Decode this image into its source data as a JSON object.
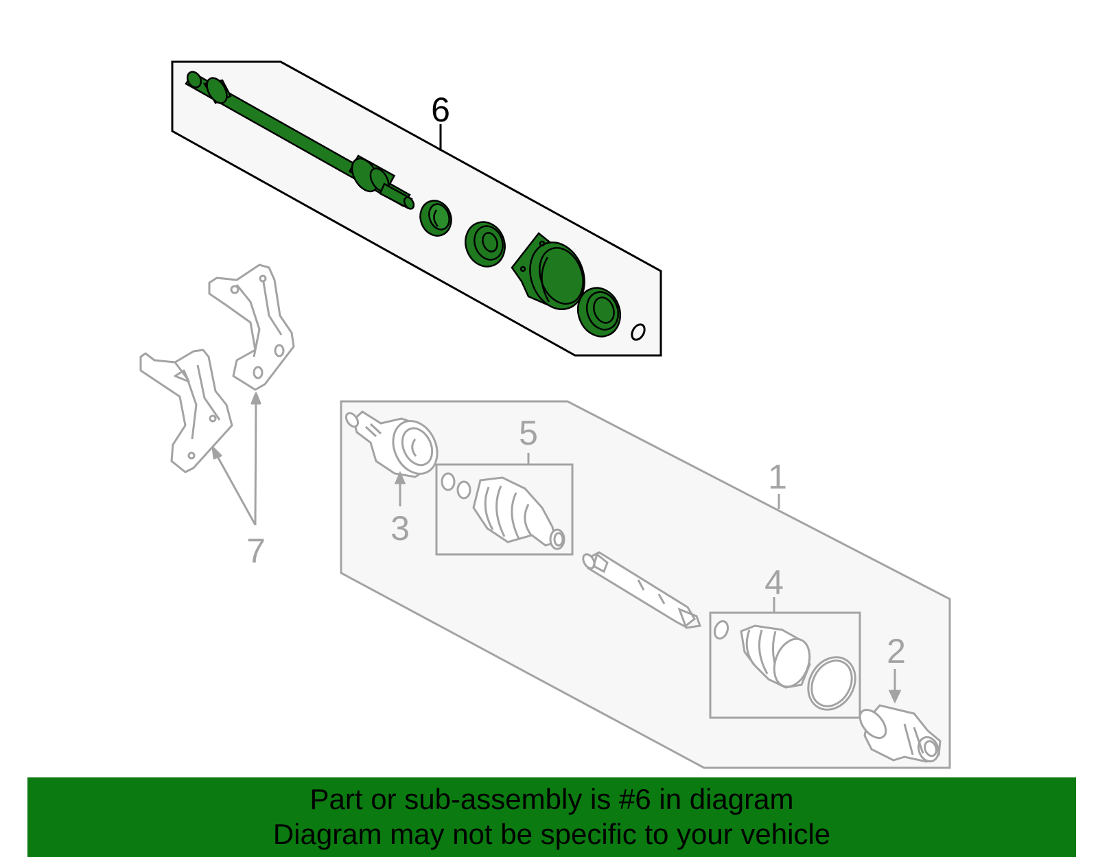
{
  "colors": {
    "highlight_fill": "#1f7a1f",
    "highlight_stroke": "#000000",
    "dim_stroke": "#a3a3a3",
    "panel_fill": "#f7f7f7",
    "banner_bg": "#0b7a10",
    "banner_text": "#000000"
  },
  "callouts": {
    "part1": "1",
    "part2": "2",
    "part3": "3",
    "part4": "4",
    "part5": "5",
    "part6": "6",
    "part7": "7"
  },
  "banner": {
    "line1": "Part or sub-assembly is #6 in diagram",
    "line2": "Diagram may not be specific to your vehicle"
  }
}
